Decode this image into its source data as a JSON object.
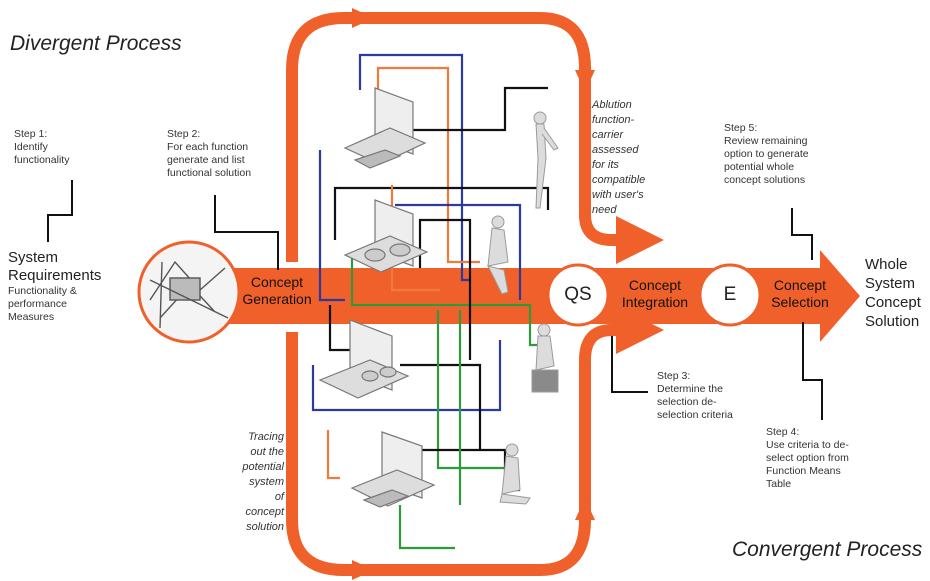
{
  "titles": {
    "divergent": "Divergent Process",
    "convergent": "Convergent Process"
  },
  "steps": {
    "step1": [
      "Step 1:",
      "Identify",
      "functionality"
    ],
    "step2": [
      "Step 2:",
      "For each function",
      "generate and list",
      "functional solution"
    ],
    "step3": [
      "Step 3:",
      "Determine the",
      "selection de-",
      "selection criteria"
    ],
    "step4": [
      "Step 4:",
      "Use criteria to de-",
      "select option from",
      "Function Means",
      "Table"
    ],
    "step5": [
      "Step 5:",
      "Review remaining",
      "option to generate",
      "potential whole",
      "concept solutions"
    ]
  },
  "system_requirements": {
    "title": [
      "System",
      "Requirements"
    ],
    "subtitle": [
      "Functionality &",
      "performance",
      "Measures"
    ]
  },
  "stages": {
    "generation": [
      "Concept",
      "Generation"
    ],
    "integration": [
      "Concept",
      "Integration"
    ],
    "selection": [
      "Concept",
      "Selection"
    ]
  },
  "circles": {
    "qs": "QS",
    "e": "E"
  },
  "output": [
    "Whole",
    "System",
    "Concept",
    "Solution"
  ],
  "annotations": {
    "ablution": [
      "Ablution",
      "function-",
      "carrier",
      "assessed",
      "for its",
      "compatible",
      "with user's",
      "need"
    ],
    "tracing": [
      "Tracing",
      "out the",
      "potential",
      "system",
      "of",
      "concept",
      "solution"
    ]
  },
  "colors": {
    "arrow": "#f0602a",
    "line_black": "#111111",
    "line_blue": "#2b3a9c",
    "line_green": "#2f9a3a",
    "line_orange": "#f07a3a"
  }
}
